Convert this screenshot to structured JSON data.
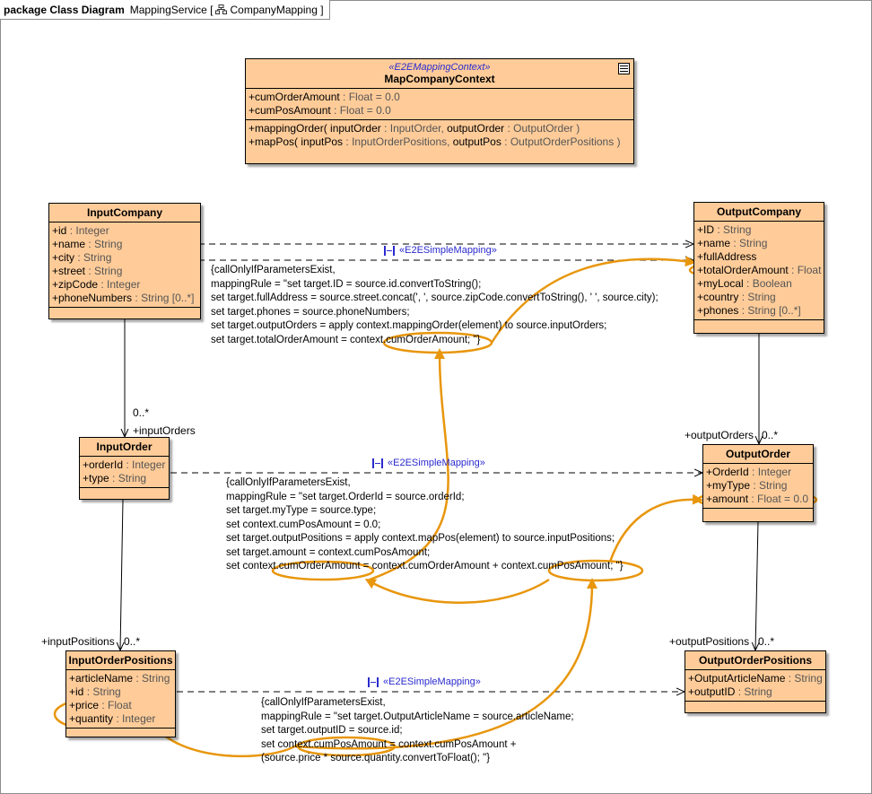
{
  "header": {
    "kind": "package Class Diagram",
    "diagram_name": "MappingService",
    "bracket_open": "[",
    "package_name": "CompanyMapping",
    "bracket_close": "]"
  },
  "classes": {
    "context": {
      "stereotype": "«E2EMappingContext»",
      "name": "MapCompanyContext",
      "attributes": [
        {
          "name": "+cumOrderAmount",
          "type": " : Float = 0.0"
        },
        {
          "name": "+cumPosAmount",
          "type": " : Float = 0.0"
        }
      ],
      "operations": [
        {
          "name": "+mappingOrder( inputOrder",
          "type": " : InputOrder, ",
          "name2": "outputOrder",
          "type2": " : OutputOrder )"
        },
        {
          "name": "+mapPos( inputPos",
          "type": " : InputOrderPositions, ",
          "name2": "outputPos",
          "type2": " : OutputOrderPositions )"
        }
      ]
    },
    "input_company": {
      "name": "InputCompany",
      "attributes": [
        {
          "name": "+id",
          "type": " : Integer"
        },
        {
          "name": "+name",
          "type": " : String"
        },
        {
          "name": "+city",
          "type": " : String"
        },
        {
          "name": "+street",
          "type": " : String"
        },
        {
          "name": "+zipCode",
          "type": " : Integer"
        },
        {
          "name": "+phoneNumbers",
          "type": " : String [0..*]"
        }
      ]
    },
    "output_company": {
      "name": "OutputCompany",
      "attributes": [
        {
          "name": "+ID",
          "type": " : String"
        },
        {
          "name": "+name",
          "type": " : String"
        },
        {
          "name": "+fullAddress",
          "type": ""
        },
        {
          "name": "+totalOrderAmount",
          "type": " : Float"
        },
        {
          "name": "+myLocal",
          "type": " : Boolean"
        },
        {
          "name": "+country",
          "type": " : String"
        },
        {
          "name": "+phones",
          "type": " : String [0..*]"
        }
      ]
    },
    "input_order": {
      "name": "InputOrder",
      "attributes": [
        {
          "name": "+orderId",
          "type": " : Integer"
        },
        {
          "name": "+type",
          "type": " : String"
        }
      ]
    },
    "output_order": {
      "name": "OutputOrder",
      "attributes": [
        {
          "name": "+OrderId",
          "type": " : Integer"
        },
        {
          "name": "+myType",
          "type": " : String"
        },
        {
          "name": "+amount",
          "type": " : Float = 0.0"
        }
      ]
    },
    "input_positions": {
      "name": "InputOrderPositions",
      "attributes": [
        {
          "name": "+articleName",
          "type": " : String"
        },
        {
          "name": "+id",
          "type": " : String"
        },
        {
          "name": "+price",
          "type": " : Float"
        },
        {
          "name": "+quantity",
          "type": " : Integer"
        }
      ]
    },
    "output_positions": {
      "name": "OutputOrderPositions",
      "attributes": [
        {
          "name": "+OutputArticleName",
          "type": " : String"
        },
        {
          "name": "+outputID",
          "type": " : String"
        }
      ]
    }
  },
  "mappings": {
    "company": {
      "label": "«E2ESimpleMapping»",
      "rule": "{callOnlyIfParametersExist,\nmappingRule = \"set target.ID = source.id.convertToString();\nset target.fullAddress = source.street.concat(', ', source.zipCode.convertToString(), ' ', source.city);\nset target.phones = source.phoneNumbers;\nset target.outputOrders = apply context.mappingOrder(element) to source.inputOrders;\nset target.totalOrderAmount = context.cumOrderAmount; \"}"
    },
    "order": {
      "label": "«E2ESimpleMapping»",
      "rule": "{callOnlyIfParametersExist,\nmappingRule = \"set target.OrderId = source.orderId;\nset target.myType = source.type;\nset context.cumPosAmount = 0.0;\nset target.outputPositions = apply context.mapPos(element) to source.inputPositions;\nset target.amount = context.cumPosAmount;\nset context.cumOrderAmount = context.cumOrderAmount + context.cumPosAmount; \"}"
    },
    "positions": {
      "label": "«E2ESimpleMapping»",
      "rule": "{callOnlyIfParametersExist,\nmappingRule = \"set target.OutputArticleName = source.articleName;\nset target.outputID = source.id;\nset context.cumPosAmount = context.cumPosAmount +\n(source.price * source.quantity.convertToFloat(); \"}"
    }
  },
  "associations": {
    "input_orders_mult": "0..*",
    "input_orders_role": "+inputOrders",
    "output_orders_role": "+outputOrders",
    "output_orders_mult": "0..*",
    "input_positions_role": "+inputPositions",
    "input_positions_mult": "0..*",
    "output_positions_role": "+outputPositions",
    "output_positions_mult": "0..*"
  },
  "colors": {
    "class_fill": "#ffcc99",
    "stereotype": "#2a2acf",
    "highlight": "#e8960c"
  }
}
